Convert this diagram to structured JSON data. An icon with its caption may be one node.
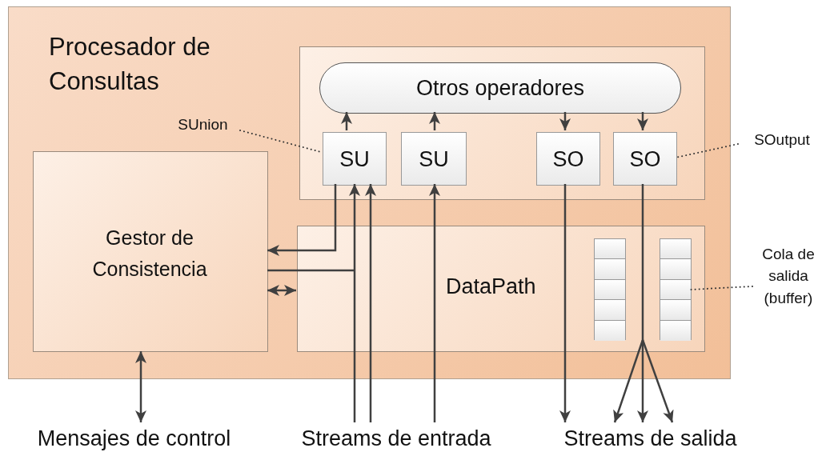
{
  "diagram": {
    "nodes": [
      {
        "text": [
          "Procesador de Consultas"
        ]
      },
      {
        "text": [],
        "shape": "box",
        "in": 0
      },
      {
        "text": [
          "Otros operadores"
        ],
        "in": 1
      },
      {
        "text": [
          "SU"
        ],
        "in": 1
      },
      {
        "text": [
          "SU"
        ],
        "in": 1
      },
      {
        "text": [
          "SO"
        ],
        "in": 1
      },
      {
        "text": [
          "SO"
        ],
        "in": 1
      },
      {
        "text": [
          "Gestor de Consistencia"
        ],
        "in": 0
      },
      {
        "text": [
          "DataPath"
        ],
        "in": 0
      },
      {
        "text": [],
        "shape": "box",
        "in": 8
      },
      {
        "text": [],
        "shape": "box",
        "in": 8
      },
      {
        "text": [
          "Mensajes de control"
        ]
      },
      {
        "text": [
          "Streams de entrada"
        ]
      },
      {
        "text": [
          "Streams de salida"
        ]
      },
      {
        "text": [
          "SUnion"
        ],
        "in": 0
      },
      {
        "text": [
          "SOutput"
        ]
      },
      {
        "text": [
          "Cola de salida (buffer)"
        ]
      }
    ],
    "edges": [
      {
        "from": 3,
        "to": 2,
        "arrow": "to"
      },
      {
        "from": 4,
        "to": 2,
        "arrow": "to"
      },
      {
        "from": 2,
        "to": 5,
        "arrow": "to"
      },
      {
        "from": 2,
        "to": 6,
        "arrow": "to"
      },
      {
        "from": 3,
        "to": 7,
        "arrow": "to"
      },
      {
        "from": 12,
        "to": 3,
        "arrow": "to"
      },
      {
        "from": 12,
        "to": 3,
        "arrow": "to"
      },
      {
        "from": 12,
        "to": 4,
        "arrow": "to"
      },
      {
        "from": 7,
        "to": null,
        "arrow": "none"
      },
      {
        "from": 7,
        "to": 8,
        "arrow": "both"
      },
      {
        "from": 11,
        "to": 7,
        "arrow": "both"
      },
      {
        "from": 5,
        "to": 13,
        "arrow": "to"
      },
      {
        "from": 6,
        "to": 13,
        "arrow": "to"
      },
      {
        "from": 14,
        "to": 3,
        "arrow": "none",
        "style": "dashed"
      },
      {
        "from": 15,
        "to": 6,
        "arrow": "none",
        "style": "dashed"
      },
      {
        "from": 16,
        "to": 10,
        "arrow": "none",
        "style": "dashed"
      }
    ]
  }
}
